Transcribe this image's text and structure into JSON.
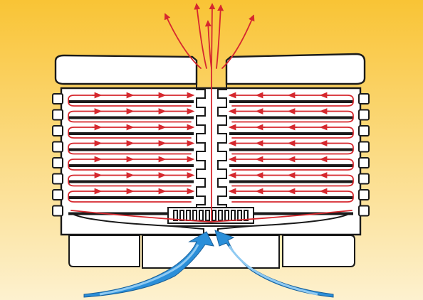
{
  "colors": {
    "background_top": "#f9c435",
    "background_bottom": "#fdf1cf",
    "outline": "#1a1a1a",
    "fill": "#ffffff",
    "airflow_hot": "#d6282e",
    "airflow_cold": "#2b8fd9",
    "airflow_cold_light": "#8fcaf2"
  },
  "diagram": {
    "plate_count": 8,
    "left_vents": 8,
    "right_vents": 8,
    "exhaust_arrows": 6,
    "intake_arrows": 2
  }
}
